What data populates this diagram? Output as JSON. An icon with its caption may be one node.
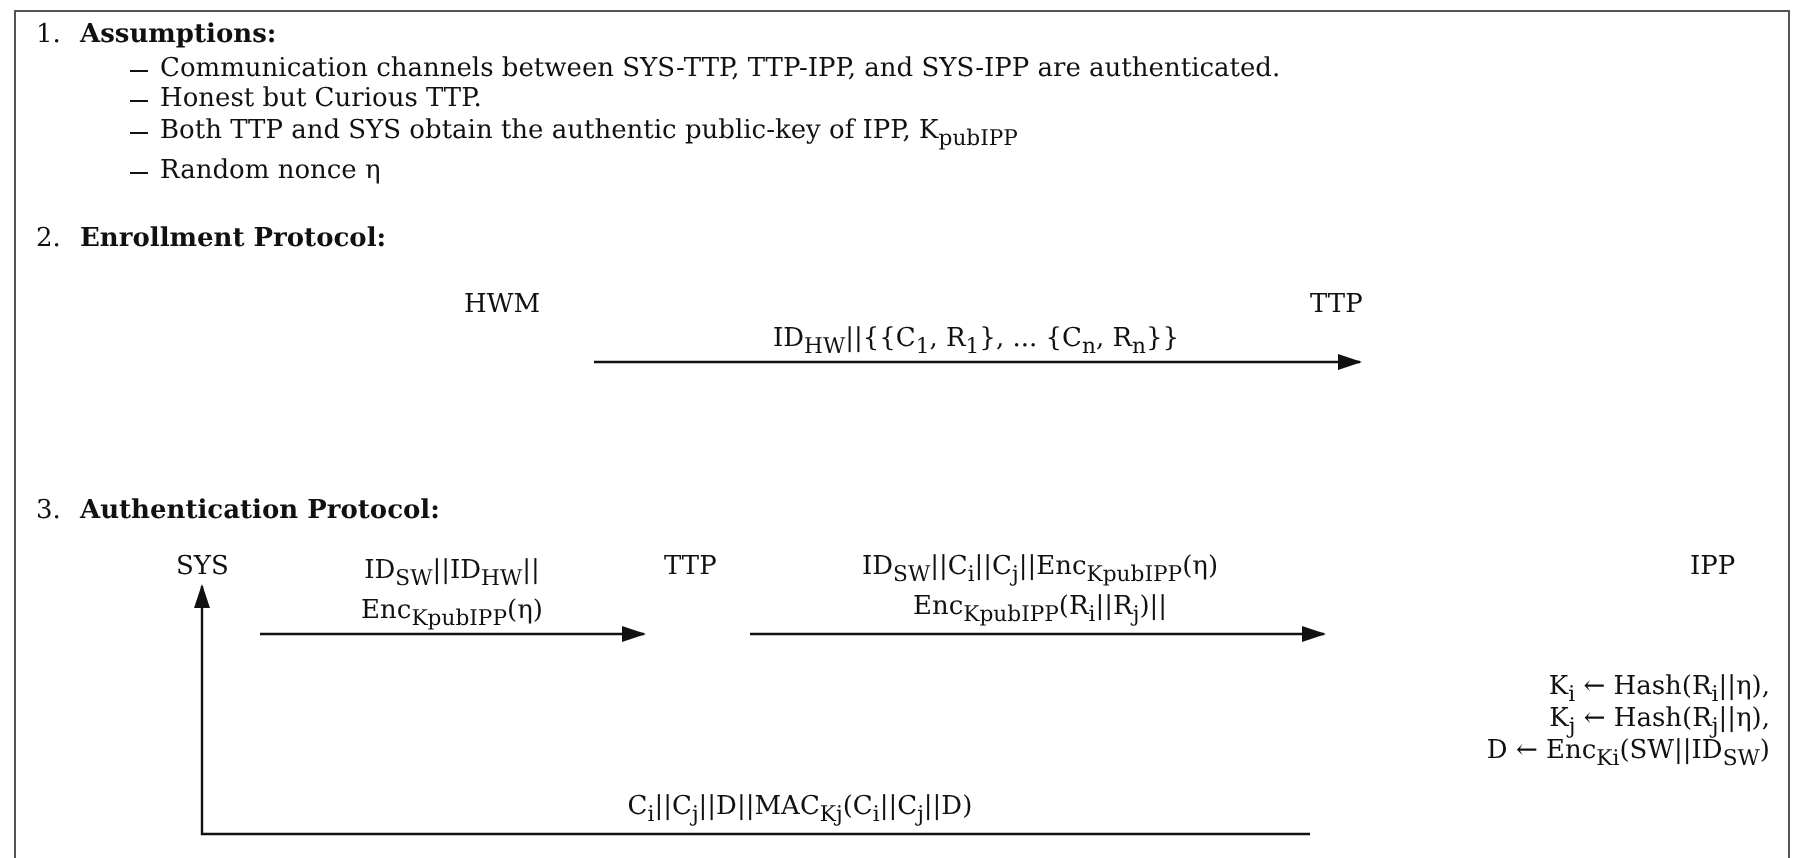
{
  "diagram": {
    "nodes": [
      {
        "text": [
          "HWM"
        ]
      },
      {
        "text": [
          "TTP"
        ]
      },
      {
        "text": [
          "SYS"
        ]
      },
      {
        "text": [
          "TTP"
        ]
      },
      {
        "text": [
          "IPP"
        ]
      }
    ],
    "edges": [
      {
        "from": 0,
        "to": 1,
        "arrow": "to",
        "label": "ID$_{HW}$||{{C$_{1}$, R$_{1}$}, ... {C$_{n}$, R$_{n}$}}"
      },
      {
        "from": 2,
        "to": 3,
        "arrow": "to",
        "label": "ID$_{SW}$||ID$_{HW}$|| Enc$_{K}$$_{pub}$$_{IPP}$(η)"
      },
      {
        "from": 3,
        "to": null,
        "arrow": "to",
        "label": "ID$_{SW}$||C$_{i}$||C$_{j}$||Enc$_{K}$$_{pub}$$_{IPP}$(η) Enc$_{K}$$_{pub}$$_{IPP}$(R$_{i}$||R$_{j}$)||"
      },
      {
        "from": null,
        "to": 2,
        "arrow": "to",
        "label": "C$_{i}$||C$_{j}$||D||MAC$_{K}$$_{j}$(C$_{i}$||C$_{j}$||D)"
      }
    ],
    "labels": [
      "1.",
      "Assumptions:",
      "Communication channels between SYS-TTP, TTP-IPP, and SYS-IPP are authenticated.",
      "Honest but Curious TTP.",
      "Both TTP and SYS obtain the authentic public-key of IPP, K$_{pub}$$_{IPP}$",
      "Random nonce η",
      "2.",
      "Enrollment Protocol:",
      "3.",
      "Authentication Protocol:",
      "K$_{i}$ ← Hash(R$_{i}$||η),",
      "K$_{j}$ ← Hash(R$_{j}$||η),",
      "D ← Enc$_{K}$$_{i}$(SW||ID$_{SW}$)"
    ]
  }
}
